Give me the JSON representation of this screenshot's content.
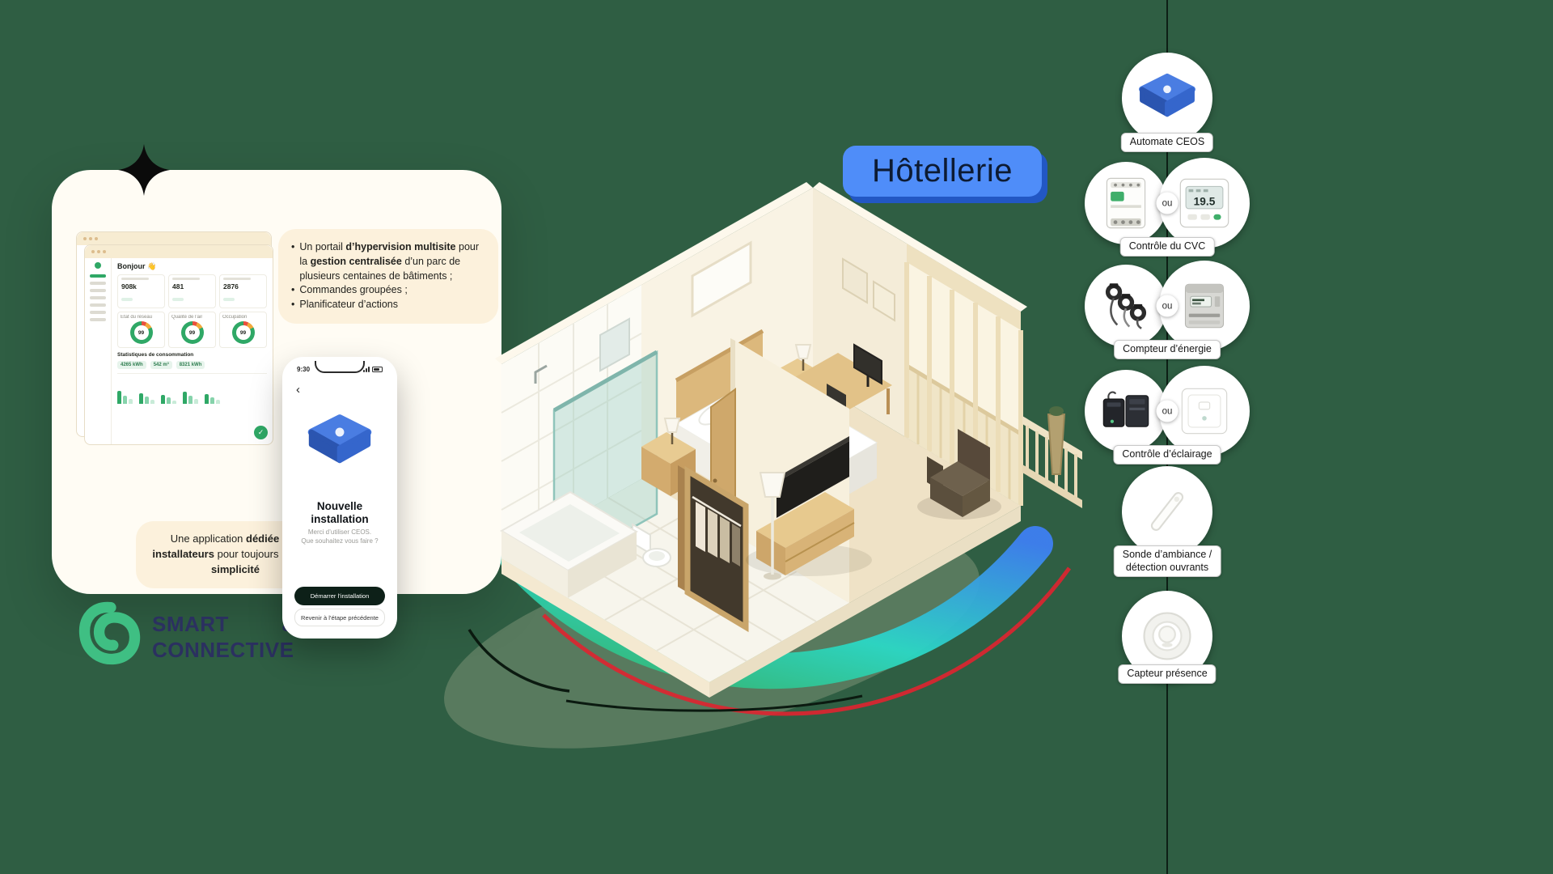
{
  "badge": {
    "label": "Hôtellerie"
  },
  "logo": {
    "smart": "SMART",
    "amp": "&",
    "connective": "CONNECTIVE"
  },
  "icons": {
    "check": "✓",
    "back_chevron": "‹",
    "bullet": "•"
  },
  "portal_callout": {
    "b1_s1": "Un portail ",
    "b1_s2": "d’hypervision multisite",
    "b1_s3": " pour la ",
    "b1_s4": "gestion centralisée",
    "b1_s5": " d’un parc de plusieurs centaines de bâtiments ;",
    "b2": "Commandes groupées ;",
    "b3": "Planificateur d’actions"
  },
  "app_callout": {
    "s1": "Une application ",
    "s2": "dédiée aux installateurs",
    "s3": " pour toujours ",
    "s4": "plus de simplicité"
  },
  "dashboard": {
    "greeting": "Bonjour 👋",
    "stats": [
      {
        "value": "908k"
      },
      {
        "value": "481"
      },
      {
        "value": "2876"
      }
    ],
    "donuts": [
      {
        "title": "Etat du réseau",
        "value": "99"
      },
      {
        "title": "Qualité de l’air",
        "value": "99"
      },
      {
        "title": "Occupation",
        "value": "99"
      }
    ],
    "section_title": "Statistiques de consommation",
    "consumption": [
      {
        "value": "4265 kWh"
      },
      {
        "value": "542 m³"
      },
      {
        "value": "8321 kWh"
      }
    ],
    "bars": [
      [
        16,
        10,
        6
      ],
      [
        13,
        9,
        5
      ],
      [
        11,
        8,
        4
      ],
      [
        15,
        10,
        6
      ],
      [
        12,
        8,
        5
      ]
    ]
  },
  "phone": {
    "time": "9:30",
    "title_line1": "Nouvelle",
    "title_line2": "installation",
    "subtitle_line1": "Merci d’utiliser CEOS.",
    "subtitle_line2": "Que souhaitez vous faire ?",
    "primary_button": "Démarrer l’installation",
    "secondary_button": "Revenir à l’étape précédente"
  },
  "timeline": {
    "or_label": "ou",
    "thermostat_value": "19.5",
    "nodes": [
      {
        "label": "Automate CEOS"
      },
      {
        "label": "Contrôle du CVC"
      },
      {
        "label": "Compteur d’énergie"
      },
      {
        "label": "Contrôle d’éclairage"
      },
      {
        "label_line1": "Sonde d’ambiance /",
        "label_line2": "détection ouvrants"
      },
      {
        "label": "Capteur présence"
      }
    ]
  }
}
